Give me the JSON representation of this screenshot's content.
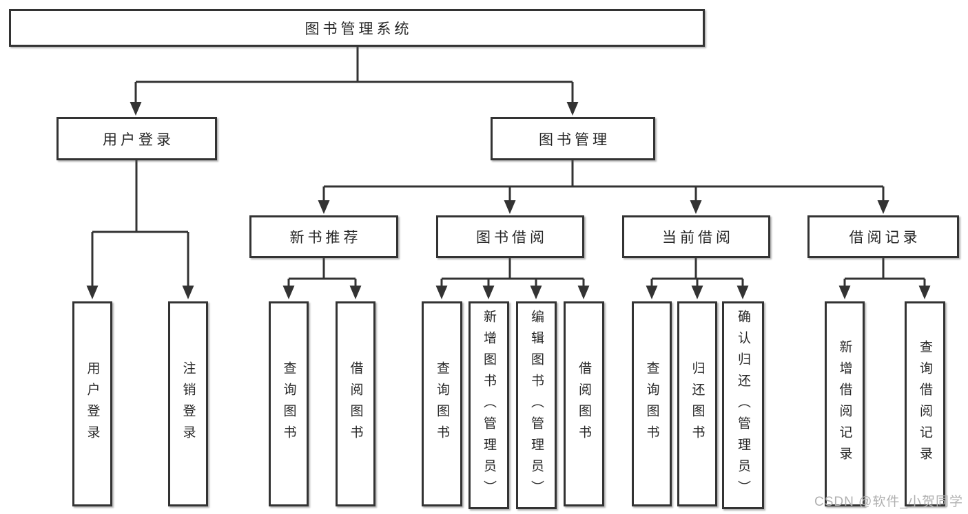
{
  "diagram": {
    "root": {
      "label": "图书管理系统"
    },
    "level2": [
      {
        "label": "用户登录"
      },
      {
        "label": "图书管理"
      }
    ],
    "level3": [
      {
        "label": "新书推荐",
        "parent": "图书管理"
      },
      {
        "label": "图书借阅",
        "parent": "图书管理"
      },
      {
        "label": "当前借阅",
        "parent": "图书管理"
      },
      {
        "label": "借阅记录",
        "parent": "图书管理"
      }
    ],
    "leaves": [
      {
        "label": "用户登录",
        "parent": "用户登录"
      },
      {
        "label": "注销登录",
        "parent": "用户登录"
      },
      {
        "label": "查询图书",
        "parent": "新书推荐"
      },
      {
        "label": "借阅图书",
        "parent": "新书推荐"
      },
      {
        "label": "查询图书",
        "parent": "图书借阅"
      },
      {
        "label": "新增图书（管理员）",
        "parent": "图书借阅"
      },
      {
        "label": "编辑图书（管理员）",
        "parent": "图书借阅"
      },
      {
        "label": "借阅图书",
        "parent": "图书借阅"
      },
      {
        "label": "查询图书",
        "parent": "当前借阅"
      },
      {
        "label": "归还图书",
        "parent": "当前借阅"
      },
      {
        "label": "确认归还（管理员）",
        "parent": "当前借阅"
      },
      {
        "label": "新增借阅记录",
        "parent": "借阅记录"
      },
      {
        "label": "查询借阅记录",
        "parent": "借阅记录"
      }
    ],
    "watermark": "CSDN @软件_小贺同学",
    "colors": {
      "line": "#333333",
      "text": "#262626",
      "background": "#ffffff",
      "watermark": "#b0b0b0"
    }
  }
}
